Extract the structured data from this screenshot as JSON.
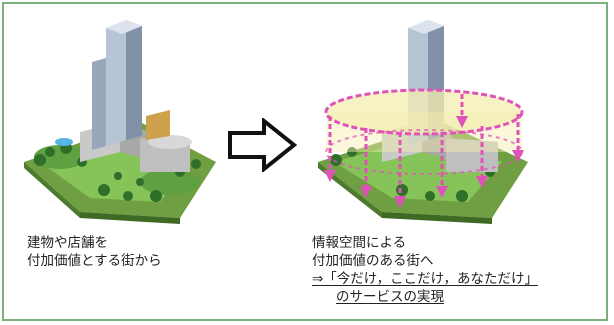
{
  "left_caption": {
    "line1": "建物や店舗を",
    "line2": "付加価値とする街から"
  },
  "right_caption": {
    "line1": "情報空間による",
    "line2": "付加価値のある街へ",
    "line3": "⇒「今だけ，ここだけ，あなただけ」",
    "line4": "のサービスの実現"
  },
  "colors": {
    "border": "#7ab07c",
    "info_space_dome": "#f4eeb0",
    "info_space_arrows": "#e052b8",
    "lawn": "#74b84a",
    "tower": "#9fb0c4"
  }
}
